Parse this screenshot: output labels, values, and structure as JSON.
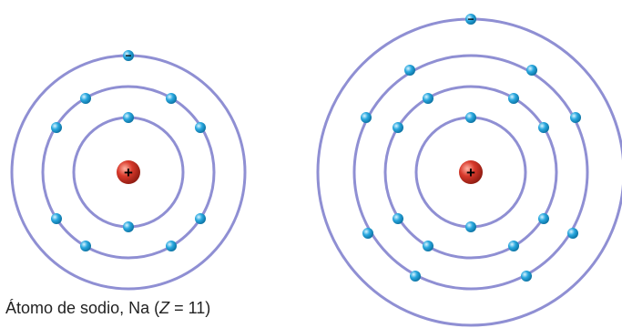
{
  "caption": {
    "prefix": "Átomo de sodio, Na (",
    "variable": "Z",
    "suffix": " = 11)"
  },
  "symbols": {
    "nucleus_sign": "+",
    "unpaired_electron_sign": "−"
  },
  "atoms": [
    {
      "id": "sodium",
      "shells": [
        2,
        8,
        1
      ]
    },
    {
      "id": "second-atom",
      "shells": [
        2,
        8,
        8,
        1
      ]
    }
  ],
  "colors": {
    "orbit": "#8f8fd3",
    "electron": "#29a8df",
    "electron_highlight": "#bde9fb",
    "nucleus": "#d8392b",
    "nucleus_highlight": "#f59a86",
    "caption_text": "#222222"
  }
}
